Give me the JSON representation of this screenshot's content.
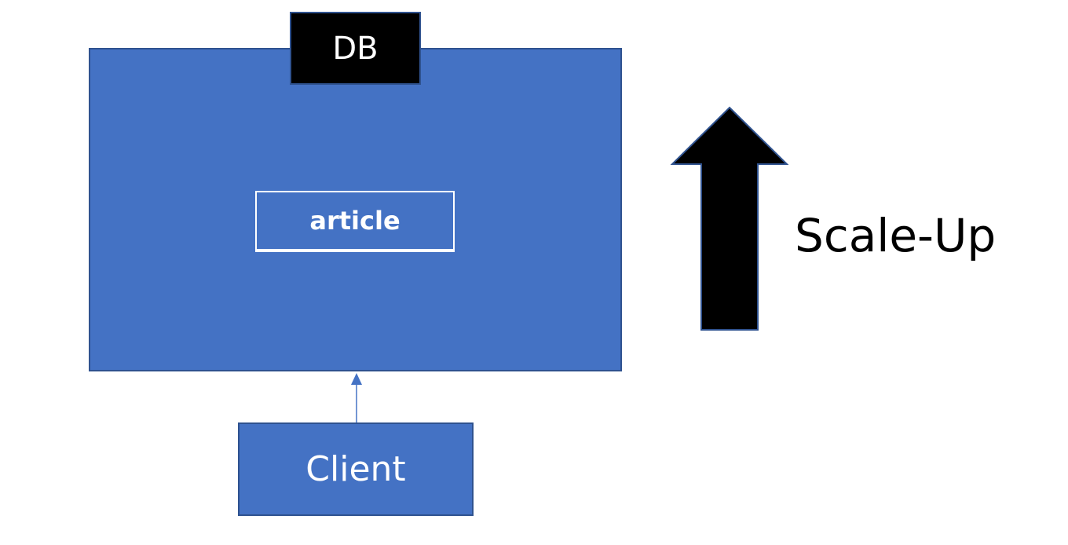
{
  "diagram": {
    "db_label": "DB",
    "table_label": "article",
    "client_label": "Client",
    "scale_label": "Scale-Up"
  },
  "colors": {
    "box_fill": "#4472c4",
    "box_border": "#2f528f",
    "db_fill": "#000000",
    "arrow_fill": "#000000",
    "connector": "#4472c4"
  },
  "icons": {
    "connector": "arrow-up",
    "scale": "thick-arrow-up"
  }
}
